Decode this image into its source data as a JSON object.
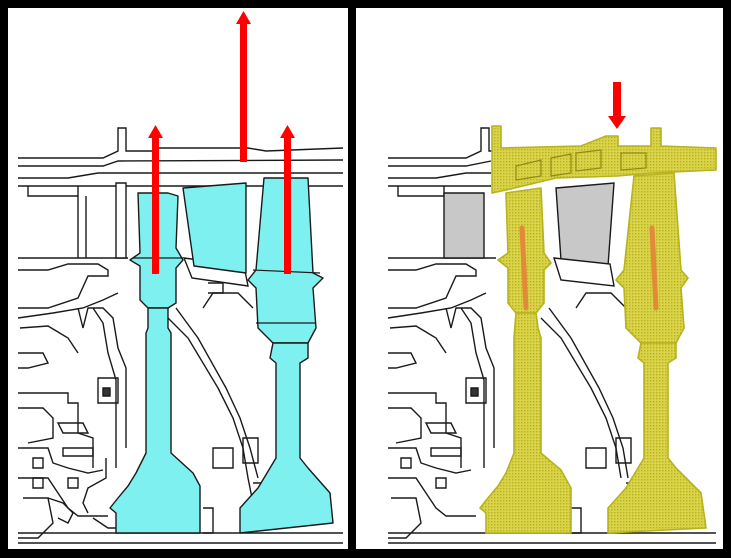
{
  "figure": {
    "colors": {
      "frame": "#000000",
      "background": "#ffffff",
      "outline": "#1a1a1a",
      "cyan_fill": "#7ff0f0",
      "yellow_fill": "#d9d44a",
      "yellow_hatch": "#b8b21e",
      "grey_fill": "#c8c8c8",
      "arrow_red": "#ff0000",
      "streak_orange": "#e28a3a"
    },
    "panels": [
      {
        "name": "left-panel",
        "description_icon": "turbine-section-cyan"
      },
      {
        "name": "right-panel",
        "description_icon": "turbine-section-yellow"
      }
    ],
    "arrows": {
      "left_panel": [
        "up",
        "up",
        "up"
      ],
      "right_panel": [
        "down"
      ]
    }
  }
}
